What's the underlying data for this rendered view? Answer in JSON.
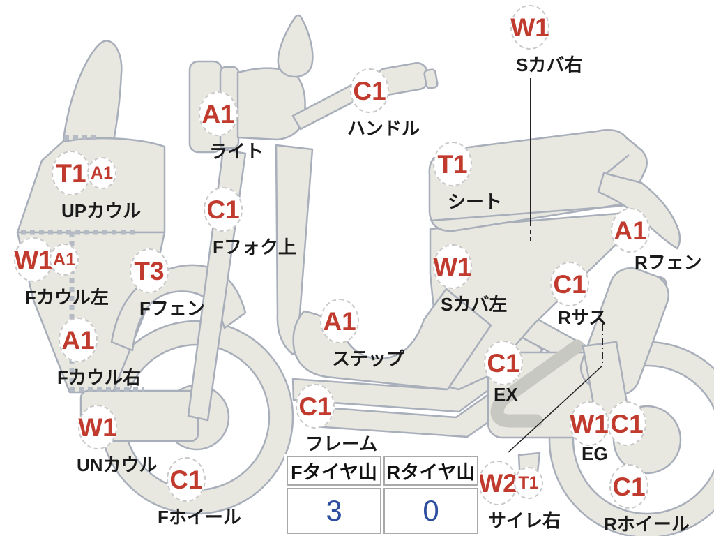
{
  "colors": {
    "damage_code_red": "#c03a2e",
    "label_black": "#1a1a1a",
    "tire_value_blue": "#2d4d9e",
    "body_fill": "#e8e8e1",
    "body_outline": "#a8aeba",
    "table_border": "#a9a9a9"
  },
  "diagram": {
    "markers": [
      {
        "id": "s-cover-right",
        "codes": [
          "W1"
        ],
        "label": "Sカバ右"
      },
      {
        "id": "handle",
        "codes": [
          "C1"
        ],
        "label": "ハンドル"
      },
      {
        "id": "light",
        "codes": [
          "A1"
        ],
        "label": "ライト"
      },
      {
        "id": "up-cowl",
        "codes": [
          "T1",
          "A1"
        ],
        "label": "UPカウル"
      },
      {
        "id": "f-fork-top",
        "codes": [
          "C1"
        ],
        "label": "Fフォク上"
      },
      {
        "id": "seat",
        "codes": [
          "T1"
        ],
        "label": "シート"
      },
      {
        "id": "r-fender",
        "codes": [
          "A1"
        ],
        "label": "Rフェン"
      },
      {
        "id": "f-cowl-left",
        "codes": [
          "W1",
          "A1"
        ],
        "label": "Fカウル左"
      },
      {
        "id": "f-fender",
        "codes": [
          "T3"
        ],
        "label": "Fフェン"
      },
      {
        "id": "s-cover-left",
        "codes": [
          "W1"
        ],
        "label": "Sカバ左"
      },
      {
        "id": "r-suspension",
        "codes": [
          "C1"
        ],
        "label": "Rサス"
      },
      {
        "id": "step",
        "codes": [
          "A1"
        ],
        "label": "ステップ"
      },
      {
        "id": "f-cowl-right",
        "codes": [
          "A1"
        ],
        "label": "Fカウル右"
      },
      {
        "id": "ex",
        "codes": [
          "C1"
        ],
        "label": "EX"
      },
      {
        "id": "frame",
        "codes": [
          "C1"
        ],
        "label": "フレーム"
      },
      {
        "id": "un-cowl",
        "codes": [
          "W1"
        ],
        "label": "UNカウル"
      },
      {
        "id": "engine",
        "codes": [
          "W1",
          "C1"
        ],
        "label": "EG"
      },
      {
        "id": "f-wheel",
        "codes": [
          "C1"
        ],
        "label": "Fホイール"
      },
      {
        "id": "silencer-right",
        "codes": [
          "W2",
          "T1"
        ],
        "label": "サイレ右"
      },
      {
        "id": "r-wheel",
        "codes": [
          "C1"
        ],
        "label": "Rホイール"
      }
    ]
  },
  "tire_table": {
    "columns": [
      {
        "header": "Fタイヤ山",
        "value": "3"
      },
      {
        "header": "Rタイヤ山",
        "value": "0"
      }
    ]
  }
}
